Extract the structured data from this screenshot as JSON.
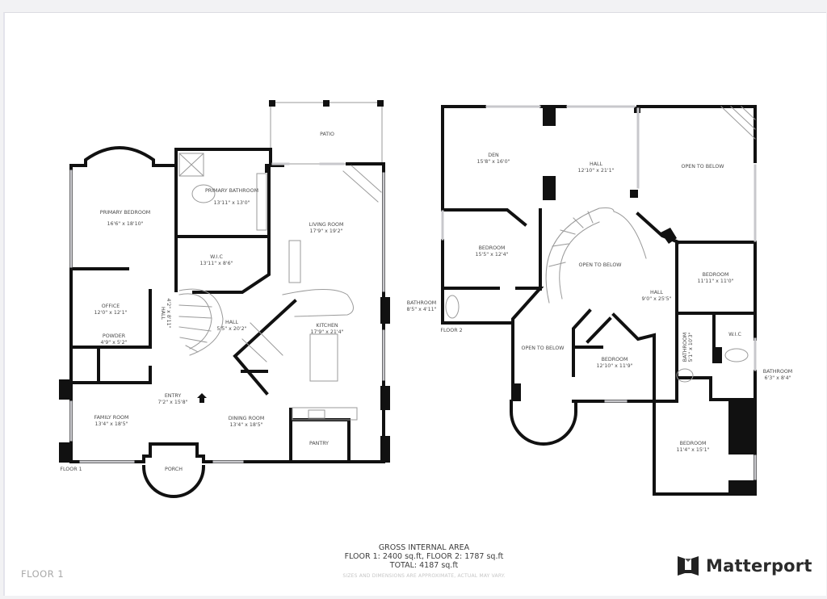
{
  "floors": [
    {
      "id": "floor1",
      "label": "FLOOR 1",
      "rooms": [
        {
          "name": "PATIO",
          "size": ""
        },
        {
          "name": "PRIMARY BEDROOM",
          "size": "16'6\" x 18'10\""
        },
        {
          "name": "PRIMARY BATHROOM",
          "size": "13'11\" x 13'0\""
        },
        {
          "name": "W.I.C",
          "size": "13'11\" x 8'6\""
        },
        {
          "name": "LIVING ROOM",
          "size": "17'9\" x 19'2\""
        },
        {
          "name": "OFFICE",
          "size": "12'0\" x 12'1\""
        },
        {
          "name": "HALL",
          "size": "4'2\" x 8'11\""
        },
        {
          "name": "POWDER",
          "size": "4'9\" x 5'2\""
        },
        {
          "name": "HALL",
          "size": "5'5\" x 20'2\""
        },
        {
          "name": "KITCHEN",
          "size": "17'9\" x 21'4\""
        },
        {
          "name": "ENTRY",
          "size": "7'2\" x 15'8\""
        },
        {
          "name": "FAMILY ROOM",
          "size": "13'4\" x 18'5\""
        },
        {
          "name": "DINING ROOM",
          "size": "13'4\" x 18'5\""
        },
        {
          "name": "PANTRY",
          "size": ""
        },
        {
          "name": "PORCH",
          "size": ""
        }
      ]
    },
    {
      "id": "floor2",
      "label": "FLOOR 2",
      "rooms": [
        {
          "name": "DEN",
          "size": "15'8\" x 16'0\""
        },
        {
          "name": "HALL",
          "size": "12'10\" x 21'1\""
        },
        {
          "name": "OPEN TO BELOW",
          "size": ""
        },
        {
          "name": "BEDROOM",
          "size": "15'5\" x 12'4\""
        },
        {
          "name": "OPEN TO BELOW",
          "size": ""
        },
        {
          "name": "BEDROOM",
          "size": "11'11\" x 11'0\""
        },
        {
          "name": "BATHROOM",
          "size": "8'5\" x 4'11\""
        },
        {
          "name": "HALL",
          "size": "9'0\" x 25'5\""
        },
        {
          "name": "W.I.C",
          "size": ""
        },
        {
          "name": "BATHROOM",
          "size": "5'1\" x 10'3\""
        },
        {
          "name": "OPEN TO BELOW",
          "size": ""
        },
        {
          "name": "BEDROOM",
          "size": "12'10\" x 11'9\""
        },
        {
          "name": "BATHROOM",
          "size": "6'3\" x 8'4\""
        },
        {
          "name": "BEDROOM",
          "size": "11'4\" x 15'1\""
        }
      ]
    }
  ],
  "summary": {
    "title": "GROSS INTERNAL AREA",
    "floors_line": "FLOOR 1: 2400 sq.ft, FLOOR 2: 1787 sq.ft",
    "total_line": "TOTAL: 4187 sq.ft",
    "disclaimer": "SIZES AND DIMENSIONS ARE APPROXIMATE, ACTUAL MAY VARY."
  },
  "footer": {
    "page_label": "FLOOR 1",
    "brand": "Matterport"
  },
  "colors": {
    "wall": "#111111",
    "window": "#c8c8cc",
    "fixture": "#9a9a9a",
    "text": "#4a4a4a"
  }
}
